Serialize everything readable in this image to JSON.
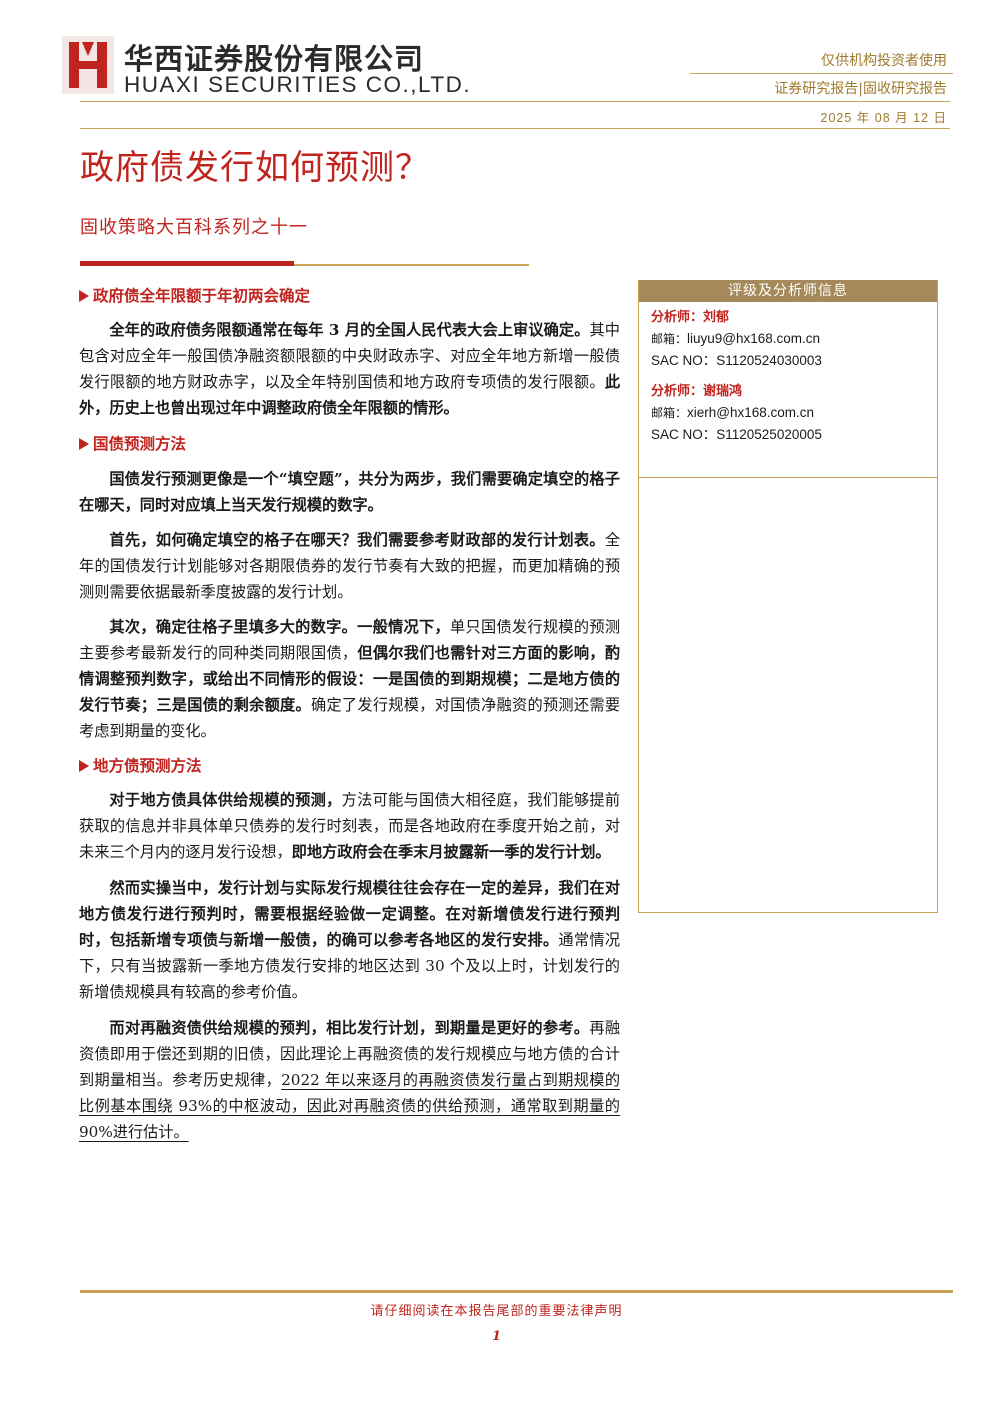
{
  "header": {
    "company_cn": "华西证券股份有限公司",
    "company_en": "HUAXI SECURITIES CO.,LTD.",
    "audience": "仅供机构投资者使用",
    "report_type": "证券研究报告|固收研究报告",
    "date": "2025 年 08 月 12 日"
  },
  "title": "政府债发行如何预测？",
  "subtitle": "固收策略大百科系列之十一",
  "sections": [
    {
      "heading": "政府债全年限额于年初两会确定",
      "paragraphs": [
        [
          {
            "t": "全年的政府债务限额通常在每年 3 月的全国人民代表大会上审议确定。",
            "b": true
          },
          {
            "t": "其中包含对应全年一般国债净融资额限额的中央财政赤字、对应全年地方新增一般债发行限额的地方财政赤字，以及全年特别国债和地方政府专项债的发行限额。",
            "b": false
          },
          {
            "t": "此外，历史上也曾出现过年中调整政府债全年限额的情形。",
            "b": true
          }
        ]
      ]
    },
    {
      "heading": "国债预测方法",
      "paragraphs": [
        [
          {
            "t": "国债发行预测更像是一个“填空题”，共分为两步，我们需要确定填空的格子在哪天，同时对应填上当天发行规模的数字。",
            "b": true
          }
        ],
        [
          {
            "t": "首先，如何确定填空的格子在哪天？我们需要参考财政部的发行计划表。",
            "b": true
          },
          {
            "t": "全年的国债发行计划能够对各期限债券的发行节奏有大致的把握，而更加精确的预测则需要依据最新季度披露的发行计划。",
            "b": false
          }
        ],
        [
          {
            "t": "其次，确定往格子里填多大的数字。一般情况下，",
            "b": true
          },
          {
            "t": "单只国债发行规模的预测主要参考最新发行的同种类同期限国债，",
            "b": false
          },
          {
            "t": "但偶尔我们也需针对三方面的影响，酌情调整预判数字，或给出不同情形的假设：一是国债的到期规模；二是地方债的发行节奏；三是国债的剩余额度。",
            "b": true
          },
          {
            "t": "确定了发行规模，对国债净融资的预测还需要考虑到期量的变化。",
            "b": false
          }
        ]
      ]
    },
    {
      "heading": "地方债预测方法",
      "paragraphs": [
        [
          {
            "t": "对于地方债具体供给规模的预测，",
            "b": true
          },
          {
            "t": "方法可能与国债大相径庭，我们能够提前获取的信息并非具体单只债券的发行时刻表，而是各地政府在季度开始之前，对未来三个月内的逐月发行设想，",
            "b": false
          },
          {
            "t": "即地方政府会在季末月披露新一季的发行计划。",
            "b": true
          }
        ],
        [
          {
            "t": "然而实操当中，发行计划与实际发行规模往往会存在一定的差异，我们在对地方债发行进行预判时，需要根据经验做一定调整。在对新增债发行进行预判时，包括新增专项债与新增一般债，的确可以参考各地区的发行安排。",
            "b": true
          },
          {
            "t": "通常情况下，只有当披露新一季地方债发行安排的地区达到 30 个及以上时，计划发行的新增债规模具有较高的参考价值。",
            "b": false
          }
        ],
        [
          {
            "t": "而对再融资债供给规模的预判，相比发行计划，到期量是更好的参考。",
            "b": true
          },
          {
            "t": "再融资债即用于偿还到期的旧债，因此理论上再融资债的发行规模应与地方债的合计到期量相当。参考历史规律，",
            "b": false
          },
          {
            "t": "2022 年以来逐月的再融资债发行量占到期规模的比例基本围绕 93%的中枢波动，因此对再融资债的供给预测，通常取到期量的 90%进行估计。",
            "b": false,
            "u": true
          }
        ]
      ]
    }
  ],
  "sidebar": {
    "heading": "评级及分析师信息",
    "analysts": [
      {
        "name": "分析师：刘郁",
        "email_label": "邮箱：",
        "email": "liuyu9@hx168.com.cn",
        "sac": "SAC NO：S1120524030003"
      },
      {
        "name": "分析师：谢瑞鸿",
        "email_label": "邮箱：",
        "email": "xierh@hx168.com.cn",
        "sac": "SAC NO：S1120525020005"
      }
    ]
  },
  "footer": {
    "note": "请仔细阅读在本报告尾部的重要法律声明",
    "page": "1"
  },
  "colors": {
    "brand_red": "#c0241f",
    "gold": "#c9a35a",
    "sidebar_header": "#a5895a"
  },
  "icons": [
    "huaxi-logo-icon",
    "triangle-bullet-icon"
  ]
}
